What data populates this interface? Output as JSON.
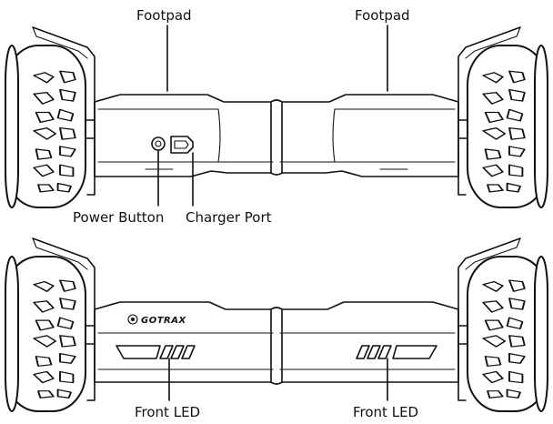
{
  "labels": {
    "footpad_left": "Footpad",
    "footpad_right": "Footpad",
    "power_button": "Power Button",
    "charger_port": "Charger Port",
    "front_led_left": "Front LED",
    "front_led_right": "Front LED"
  },
  "brand_text": "GOTRAX",
  "icons": [
    "wheel-icon",
    "power-button-icon",
    "charger-port-icon",
    "led-bar-icon",
    "brand-logo-icon"
  ]
}
